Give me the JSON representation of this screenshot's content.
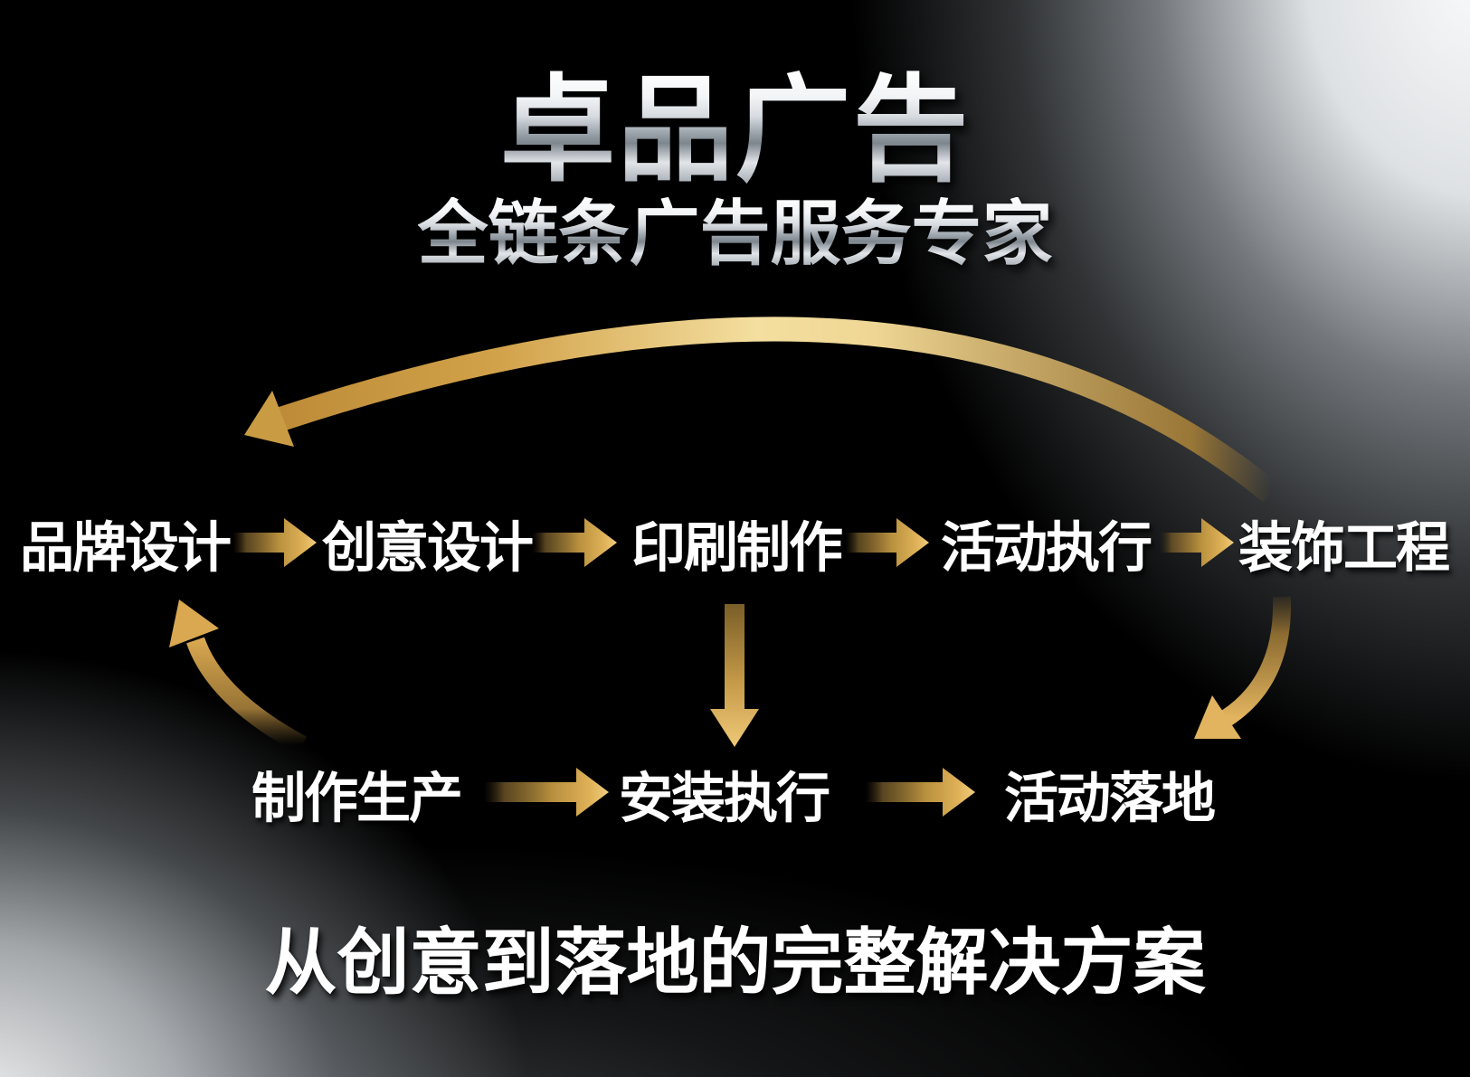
{
  "poster": {
    "title": "卓品广告",
    "subtitle": "全链条广告服务专家",
    "tagline": "从创意到落地的完整解决方案"
  },
  "flow": {
    "top_row": [
      {
        "label": "品牌设计"
      },
      {
        "label": "创意设计"
      },
      {
        "label": "印刷制作"
      },
      {
        "label": "活动执行"
      },
      {
        "label": "装饰工程"
      }
    ],
    "bottom_row": [
      {
        "label": "制作生产"
      },
      {
        "label": "安装执行"
      },
      {
        "label": "活动落地"
      }
    ]
  },
  "icons": {
    "flow_arrow": "arrow-right-icon",
    "return_arc": "arc-arrow-left-icon",
    "down_arrow": "arrow-down-icon",
    "up_curve": "curved-arrow-up-icon",
    "down_curve": "curved-arrow-down-icon"
  },
  "colors": {
    "background": "#000000",
    "corner_light": "#F4F6F8",
    "gold_bright": "#F2D892",
    "gold": "#D9A850",
    "gold_dark": "#8A6A2C",
    "text": "#FFFFFF"
  }
}
